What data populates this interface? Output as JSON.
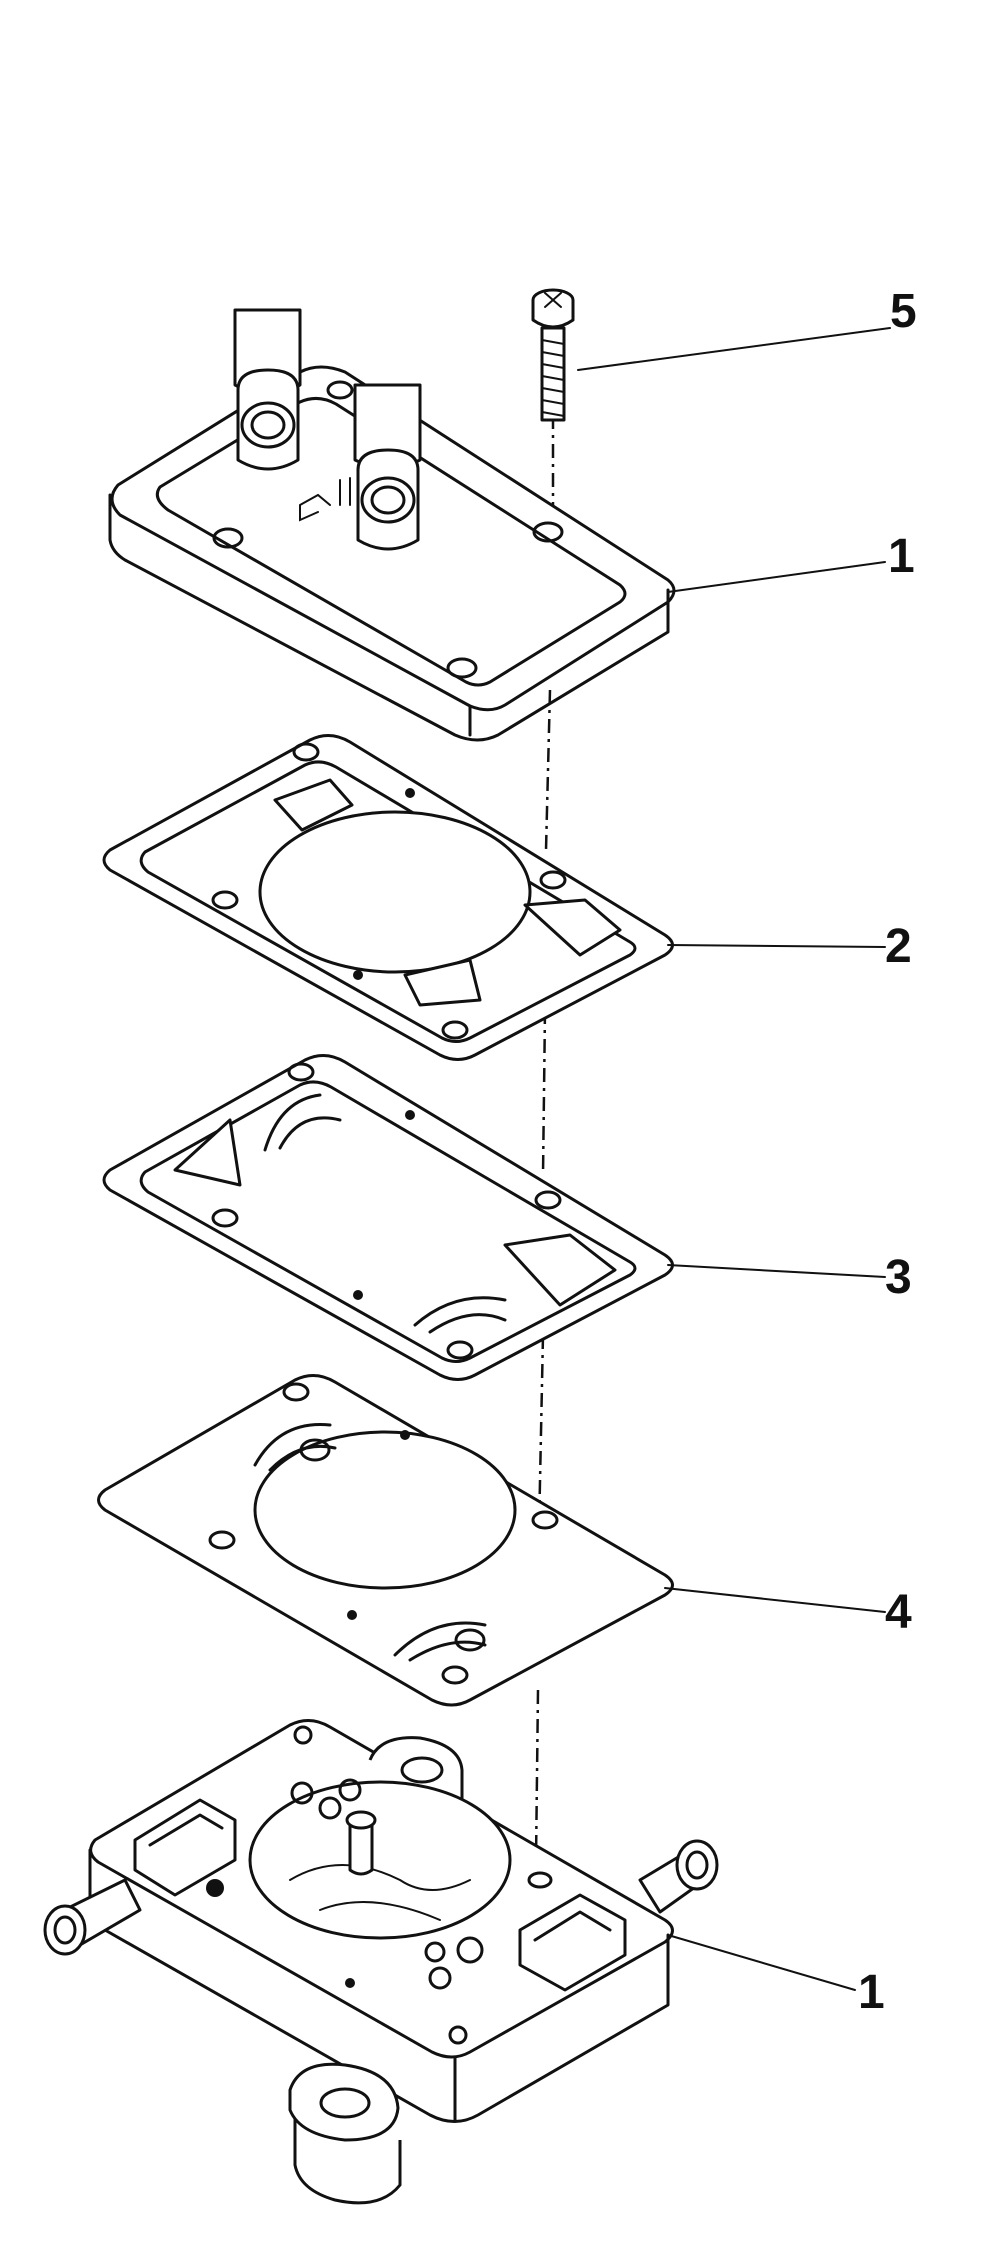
{
  "callouts": {
    "c1_top": "1",
    "c2": "2",
    "c3": "3",
    "c4": "4",
    "c5": "5",
    "c1_bottom": "1"
  },
  "colors": {
    "ink": "#111111",
    "paper": "#ffffff"
  }
}
